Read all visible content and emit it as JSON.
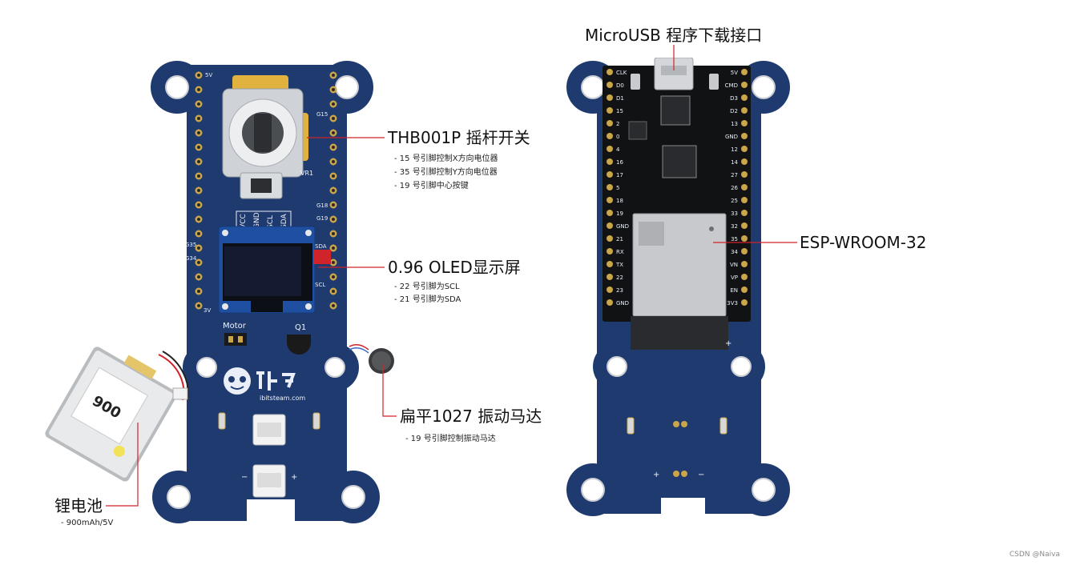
{
  "labels": {
    "joystick": {
      "title": "THB001P 摇杆开关",
      "notes": [
        "- 15 号引脚控制X方向电位器",
        "- 35 号引脚控制Y方向电位器",
        "- 19 号引脚中心按键"
      ]
    },
    "oled": {
      "title": "0.96 OLED显示屏",
      "notes": [
        "- 22 号引脚为SCL",
        "- 21 号引脚为SDA"
      ]
    },
    "motor": {
      "title": "扁平1027 振动马达",
      "notes": [
        "- 19 号引脚控制振动马达"
      ]
    },
    "battery": {
      "title": "锂电池",
      "notes": [
        "- 900mAh/5V"
      ]
    },
    "usb": {
      "title": "MicroUSB 程序下载接口"
    },
    "esp": {
      "title": "ESP-WROOM-32"
    }
  },
  "board_front": {
    "pins_left": [
      "5V",
      "G35",
      "G34",
      "3V"
    ],
    "pins_right": [
      "G15",
      "G18",
      "G19",
      "SDA",
      "SCL"
    ],
    "header_labels": [
      "VCC",
      "GND",
      "SCL",
      "SDA"
    ],
    "silk": {
      "vr": "VR1",
      "motor": "Motor",
      "q1": "Q1",
      "logo_sub": "ibitsteam.com",
      "minus": "−",
      "plus": "+"
    }
  },
  "board_back": {
    "pins_left": [
      "CLK",
      "D0",
      "D1",
      "15",
      "2",
      "0",
      "4",
      "16",
      "17",
      "5",
      "18",
      "19",
      "GND",
      "21",
      "RX",
      "TX",
      "22",
      "23",
      "GND"
    ],
    "pins_right": [
      "5V",
      "CMD",
      "D3",
      "D2",
      "13",
      "GND",
      "12",
      "14",
      "27",
      "26",
      "25",
      "33",
      "32",
      "35",
      "34",
      "VN",
      "VP",
      "EN",
      "3V3"
    ],
    "silk": {
      "minus": "−",
      "plus": "+",
      "plus2": "+"
    }
  },
  "battery": {
    "capacity": "900"
  },
  "watermark": "CSDN @Naiva",
  "colors": {
    "pcb": "#1e3a6e",
    "pcb_dark": "#14295a",
    "leader": "#d0232a",
    "gold": "#caa54a"
  }
}
